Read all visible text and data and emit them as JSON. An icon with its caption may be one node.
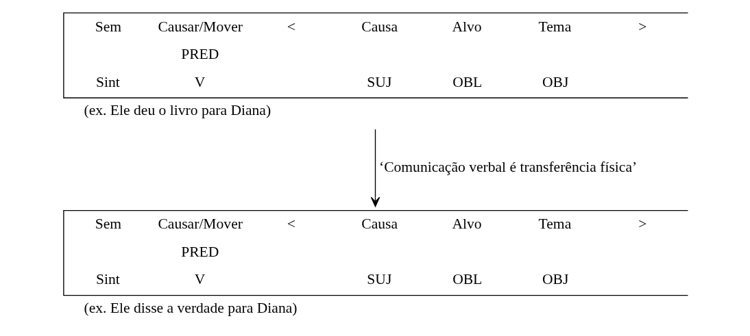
{
  "diagram": {
    "nodes": [
      {
        "text": [
          "Sem",
          "Causar/Mover",
          "<",
          "Causa",
          "Alvo",
          "Tema",
          ">",
          "PRED",
          "Sint",
          "V",
          "SUJ",
          "OBL",
          "OBJ",
          "(ex. Ele deu o livro para Diana)"
        ]
      },
      {
        "text": [
          "Sem",
          "Causar/Mover",
          "<",
          "Causa",
          "Alvo",
          "Tema",
          ">",
          "PRED",
          "Sint",
          "V",
          "SUJ",
          "OBL",
          "OBJ",
          "(ex. Ele disse a verdade para Diana)"
        ]
      }
    ],
    "edges": [
      {
        "from": 0,
        "to": 1,
        "arrow": "to",
        "label": "‘Comunicação verbal é transferência física’"
      }
    ]
  }
}
